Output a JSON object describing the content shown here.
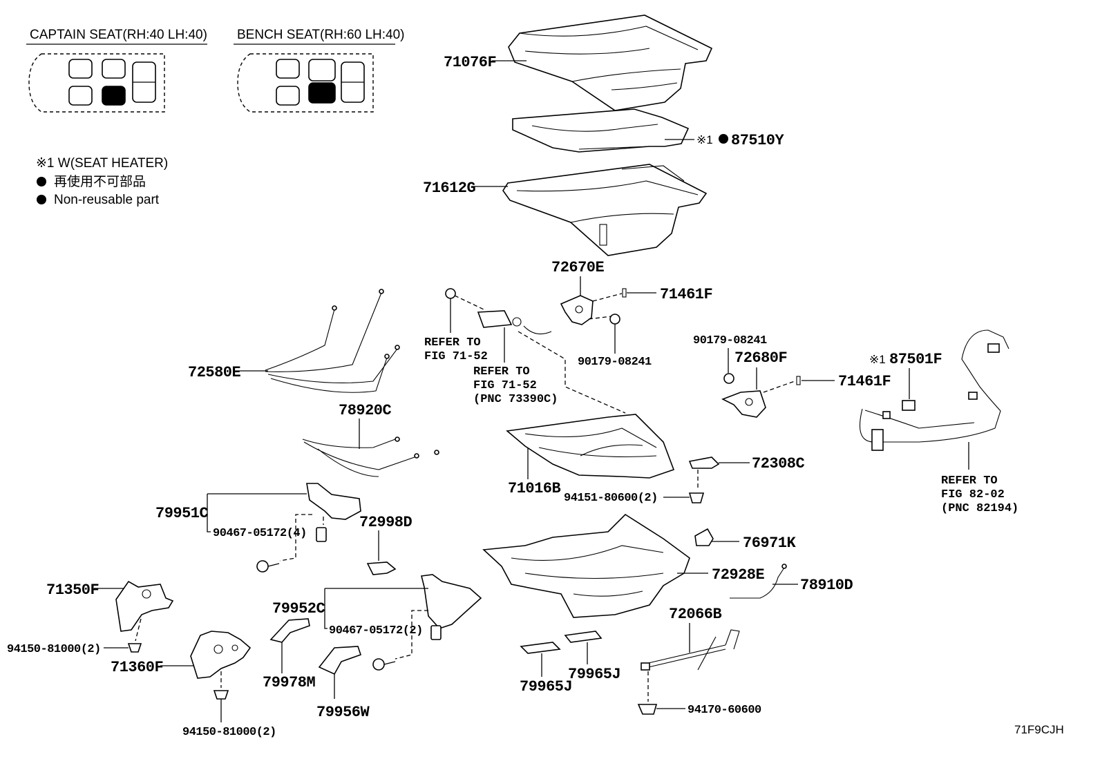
{
  "legend": {
    "captain_seat": "CAPTAIN SEAT(RH:40 LH:40)",
    "bench_seat": "BENCH SEAT(RH:60 LH:40)",
    "note_w": "※1 W(SEAT HEATER)",
    "note_jp": "再使用不可部品",
    "note_en": "Non-reusable part"
  },
  "parts": {
    "p71076F": "71076F",
    "p87510Y": "87510Y",
    "p87510Y_mark": "※1",
    "p71612G": "71612G",
    "p72670E": "72670E",
    "p71461F_a": "71461F",
    "p90179_a": "90179-08241",
    "p90179_b": "90179-08241",
    "p72680F": "72680F",
    "p71461F_b": "71461F",
    "p87501F": "87501F",
    "p87501F_mark": "※1",
    "p72580E": "72580E",
    "p78920C": "78920C",
    "p71016B": "71016B",
    "p72308C": "72308C",
    "p94151": "94151-80600(2)",
    "p79951C": "79951C",
    "p90467_a": "90467-05172(4)",
    "p72998D": "72998D",
    "p76971K": "76971K",
    "p72928E": "72928E",
    "p78910D": "78910D",
    "p71350F": "71350F",
    "p94150_a": "94150-81000(2)",
    "p71360F": "71360F",
    "p94150_b": "94150-81000(2)",
    "p79952C": "79952C",
    "p90467_b": "90467-05172(2)",
    "p79978M": "79978M",
    "p79956W": "79956W",
    "p79965J_a": "79965J",
    "p79965J_b": "79965J",
    "p72066B": "72066B",
    "p94170": "94170-60600"
  },
  "refs": {
    "r1_line1": "REFER TO",
    "r1_line2": "FIG 71-52",
    "r2_line1": "REFER TO",
    "r2_line2": "FIG 71-52",
    "r2_line3": "(PNC 73390C)",
    "r3_line1": "REFER TO",
    "r3_line2": "FIG 82-02",
    "r3_line3": "(PNC 82194)"
  },
  "figure_code": "71F9CJH"
}
